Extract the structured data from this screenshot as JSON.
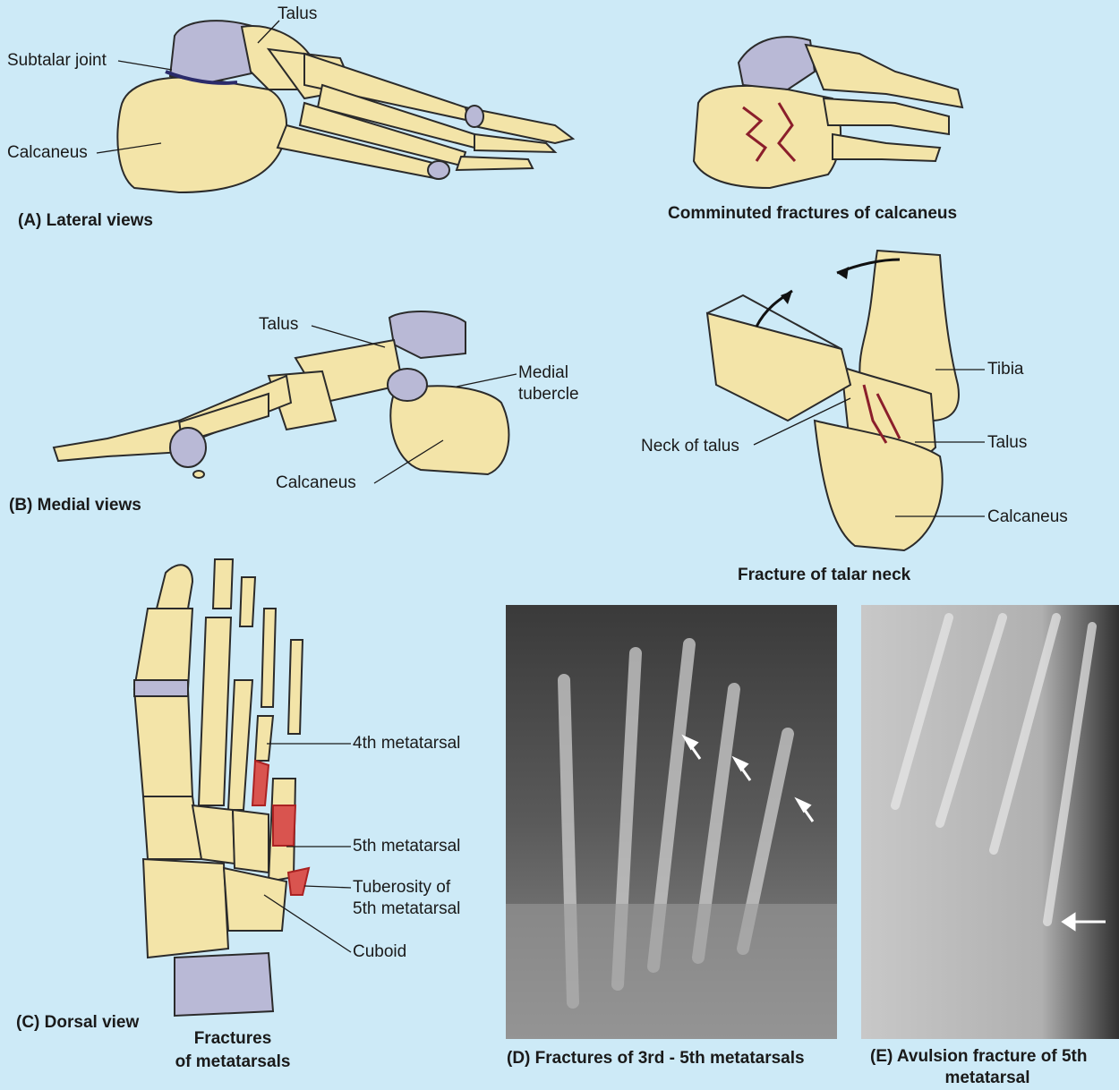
{
  "panel_a": {
    "caption": "(A) Lateral views",
    "labels": {
      "talus": "Talus",
      "subtalar": "Subtalar joint",
      "calcaneus": "Calcaneus"
    }
  },
  "panel_a2": {
    "caption": "Comminuted fractures of calcaneus"
  },
  "panel_b": {
    "caption": "(B) Medial views",
    "labels": {
      "talus": "Talus",
      "medial_1": "Medial",
      "medial_2": "tubercle",
      "calcaneus": "Calcaneus"
    }
  },
  "panel_talar": {
    "caption": "Fracture of talar neck",
    "labels": {
      "tibia": "Tibia",
      "neck": "Neck of talus",
      "talus": "Talus",
      "calcaneus": "Calcaneus"
    }
  },
  "panel_c": {
    "caption": "(C) Dorsal view",
    "subcaption_1": "Fractures",
    "subcaption_2": "of metatarsals",
    "labels": {
      "met4": "4th metatarsal",
      "met5": "5th metatarsal",
      "tub_1": "Tuberosity of",
      "tub_2": "5th metatarsal",
      "cuboid": "Cuboid"
    }
  },
  "panel_d": {
    "caption": "(D) Fractures of 3rd - 5th metatarsals"
  },
  "panel_e": {
    "caption_1": "(E) Avulsion fracture of 5th",
    "caption_2": "metatarsal"
  },
  "colors": {
    "background": "#cdeaf7",
    "bone": "#f3e4a8",
    "cartilage": "#b9b9d6",
    "fracture": "#c0392b"
  }
}
